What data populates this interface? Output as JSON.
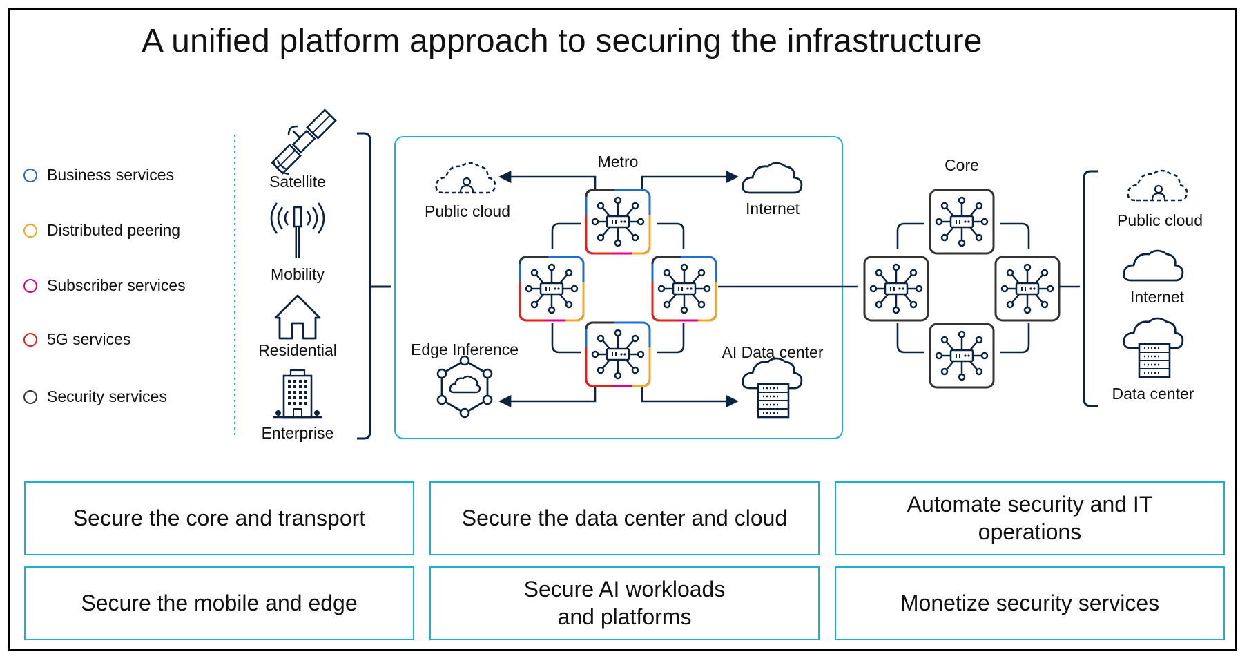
{
  "title": "A unified platform approach to securing the infrastructure",
  "legend": [
    {
      "label": "Business services",
      "color": "#1f6ed4"
    },
    {
      "label": "Distributed peering",
      "color": "#f5a623"
    },
    {
      "label": "Subscriber services",
      "color": "#e6007e"
    },
    {
      "label": "5G services",
      "color": "#e2231a"
    },
    {
      "label": "Security services",
      "color": "#333333"
    }
  ],
  "access": {
    "satellite": "Satellite",
    "mobility": "Mobility",
    "residential": "Residential",
    "enterprise": "Enterprise"
  },
  "metro": {
    "title": "Metro",
    "public_cloud": "Public cloud",
    "internet": "Internet",
    "edge_inference": "Edge Inference",
    "ai_data_center": "AI Data center"
  },
  "core": {
    "title": "Core",
    "public_cloud": "Public cloud",
    "internet": "Internet",
    "data_center": "Data center"
  },
  "boxes": [
    "Secure the core and transport",
    "Secure the data center and cloud",
    "Automate security and IT operations",
    "Secure the mobile and edge",
    "Secure AI workloads and platforms",
    "Monetize security services"
  ],
  "colors": {
    "accent": "#1ab0d6",
    "navy": "#0b2340",
    "blue": "#1f6ed4",
    "orange": "#f5a623",
    "pink": "#e6007e",
    "red": "#e2231a"
  }
}
